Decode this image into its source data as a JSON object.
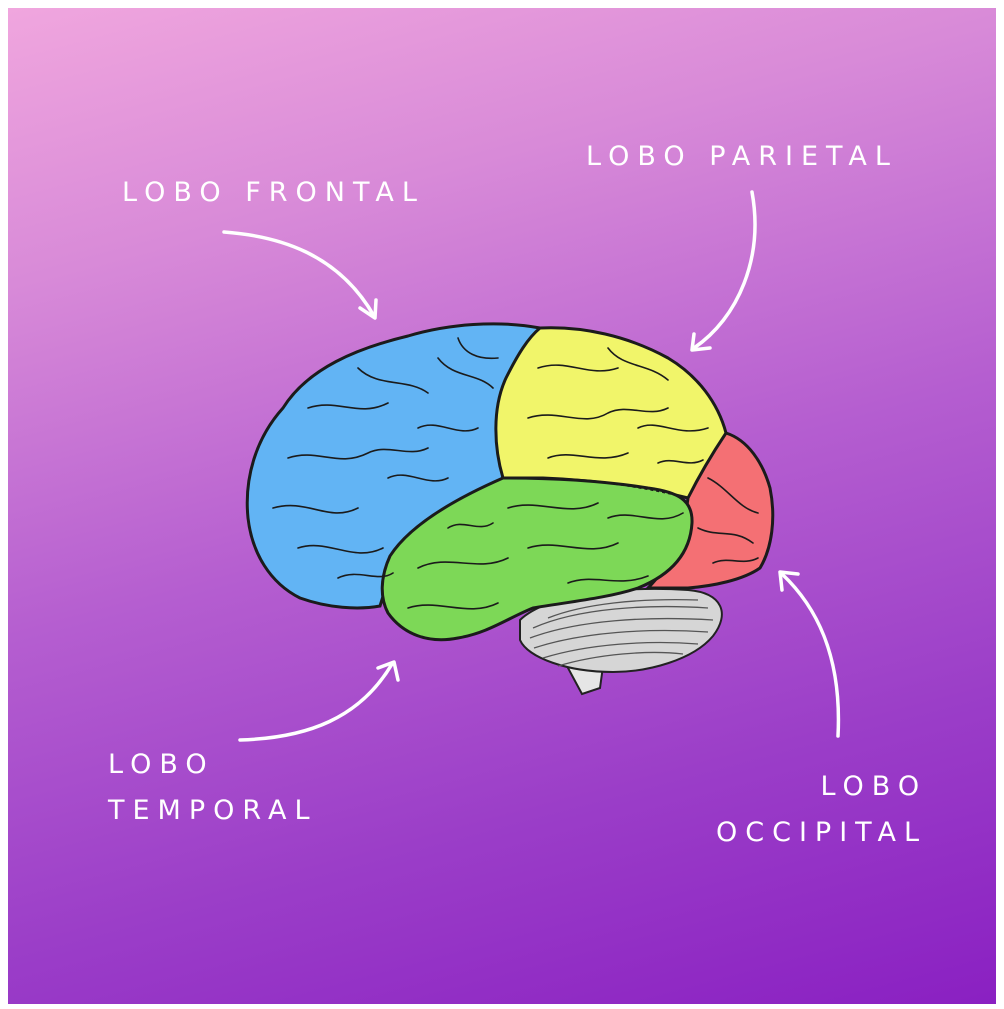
{
  "labels": {
    "frontal": "LOBO FRONTAL",
    "parietal": "LOBO PARIETAL",
    "temporal_line1": "LOBO",
    "temporal_line2": "TEMPORAL",
    "occipital_line1": "LOBO",
    "occipital_line2": "OCCIPITAL"
  },
  "colors": {
    "background_top": "#f0a6de",
    "background_bottom": "#8a20c2",
    "frontal_lobe": "#62b4f4",
    "parietal_lobe": "#f1f56a",
    "temporal_lobe": "#7dd857",
    "occipital_lobe": "#f47074",
    "cerebellum": "#d6d6d6",
    "brainstem": "#e6e6e6",
    "arrow": "#ffffff"
  }
}
